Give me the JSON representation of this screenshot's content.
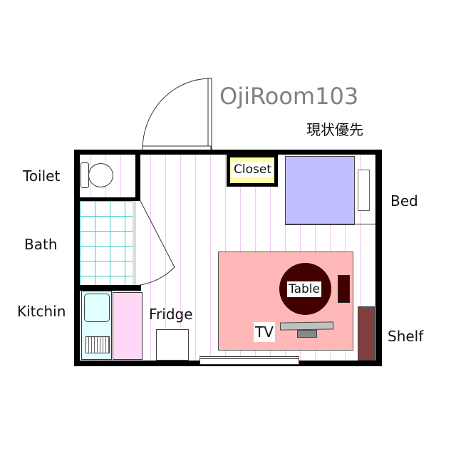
{
  "title": "OjiRoom103",
  "subtitle": "現状優先",
  "labels": {
    "toilet": "Toilet",
    "bath": "Bath",
    "kitchen": "Kitchin",
    "fridge": "Fridge",
    "closet": "Closet",
    "bed": "Bed",
    "table": "Table",
    "tv": "TV",
    "shelf": "Shelf"
  },
  "colors": {
    "floor_stripe": "#f4c8f4",
    "toilet": "#ffffc0",
    "bath_tile": "#40c8c8",
    "kitchen": "#e0ffff",
    "counter": "#ffd8f8",
    "closet": "#ffffa0",
    "bed": "#c0c0ff",
    "rug": "#ffb8b8",
    "table": "#400000",
    "shelf": "#804040",
    "tv": "#c0c0c0"
  }
}
